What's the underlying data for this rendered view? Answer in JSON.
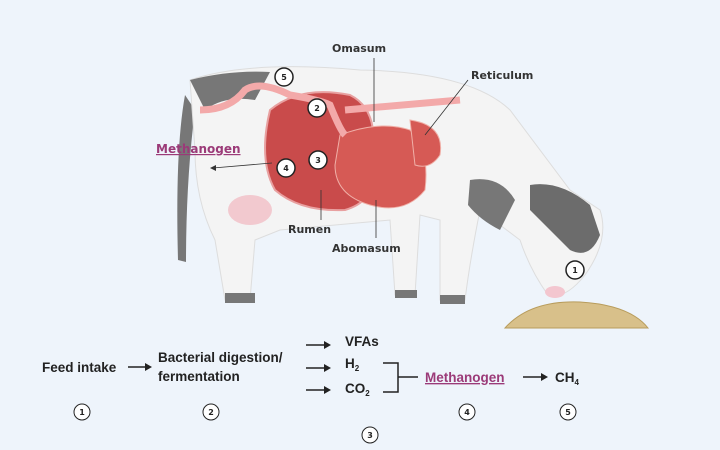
{
  "organ_labels": {
    "omasum": "Omasum",
    "reticulum": "Reticulum",
    "rumen": "Rumen",
    "abomasum": "Abomasum",
    "methanogen": "Methanogen"
  },
  "stomach_markers": [
    "1",
    "2",
    "3",
    "4",
    "5"
  ],
  "flow": {
    "step1": "Feed intake",
    "step2_line1": "Bacterial digestion/",
    "step2_line2": "fermentation",
    "product_vfas": "VFAs",
    "product_h2": "H",
    "product_h2_sub": "2",
    "product_co2": "CO",
    "product_co2_sub": "2",
    "methanogen": "Methanogen",
    "ch4": "CH",
    "ch4_sub": "4",
    "step_numbers": [
      "1",
      "2",
      "3",
      "4",
      "5"
    ]
  },
  "colors": {
    "background": "#eef4fb",
    "stomach": "#d9534f",
    "methanogen_text": "#9b3a78"
  }
}
